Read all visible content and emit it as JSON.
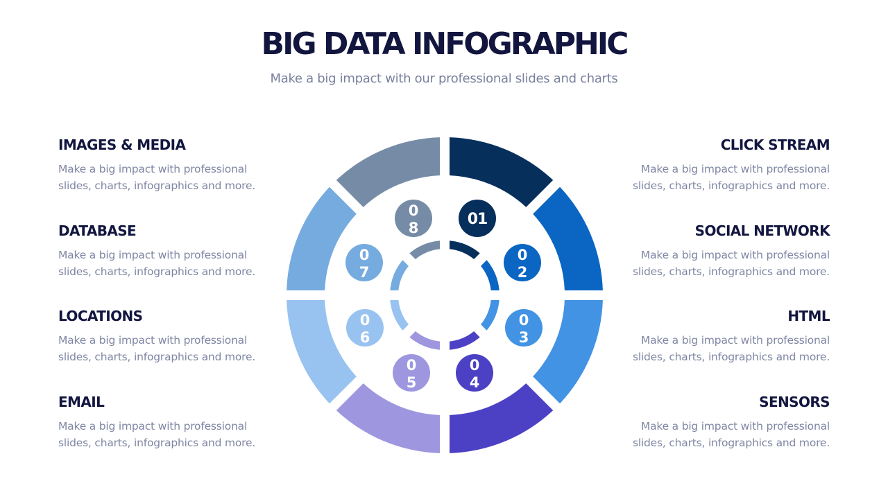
{
  "header": {
    "title": "BIG DATA INFOGRAPHIC",
    "subtitle": "Make a big impact with our professional slides and charts"
  },
  "items": [
    {
      "number": "01",
      "label": "CLICK STREAM",
      "description": "Make a big impact with professional slides, charts, infographics and more.",
      "color": "#062f5c",
      "side": "right"
    },
    {
      "number": "02",
      "label": "SOCIAL NETWORK",
      "description": "Make a big impact with professional slides, charts, infographics and more.",
      "color": "#0a66c2",
      "side": "right"
    },
    {
      "number": "03",
      "label": "HTML",
      "description": "Make a big impact with professional slides, charts, infographics and more.",
      "color": "#4293e4",
      "side": "right"
    },
    {
      "number": "04",
      "label": "SENSORS",
      "description": "Make a big impact with professional slides, charts, infographics and more.",
      "color": "#4c40c4",
      "side": "right"
    },
    {
      "number": "05",
      "label": "EMAIL",
      "description": "Make a big impact with professional slides, charts, infographics and more.",
      "color": "#9e97df",
      "side": "left"
    },
    {
      "number": "06",
      "label": "LOCATIONS",
      "description": "Make a big impact with professional slides, charts, infographics and more.",
      "color": "#98c3f0",
      "side": "left"
    },
    {
      "number": "07",
      "label": "DATABASE",
      "description": "Make a big impact with professional slides, charts, infographics and more.",
      "color": "#76abdf",
      "side": "left"
    },
    {
      "number": "08",
      "label": "IMAGES & MEDIA",
      "description": "Make a big impact with professional slides, charts, infographics and more.",
      "color": "#768ca6",
      "side": "left"
    }
  ],
  "badges": [
    {
      "line1": "01",
      "line2": ""
    },
    {
      "line1": "0",
      "line2": "2"
    },
    {
      "line1": "0",
      "line2": "3"
    },
    {
      "line1": "0",
      "line2": "4"
    },
    {
      "line1": "0",
      "line2": "5"
    },
    {
      "line1": "0",
      "line2": "6"
    },
    {
      "line1": "0",
      "line2": "7"
    },
    {
      "line1": "0",
      "line2": "8"
    }
  ]
}
